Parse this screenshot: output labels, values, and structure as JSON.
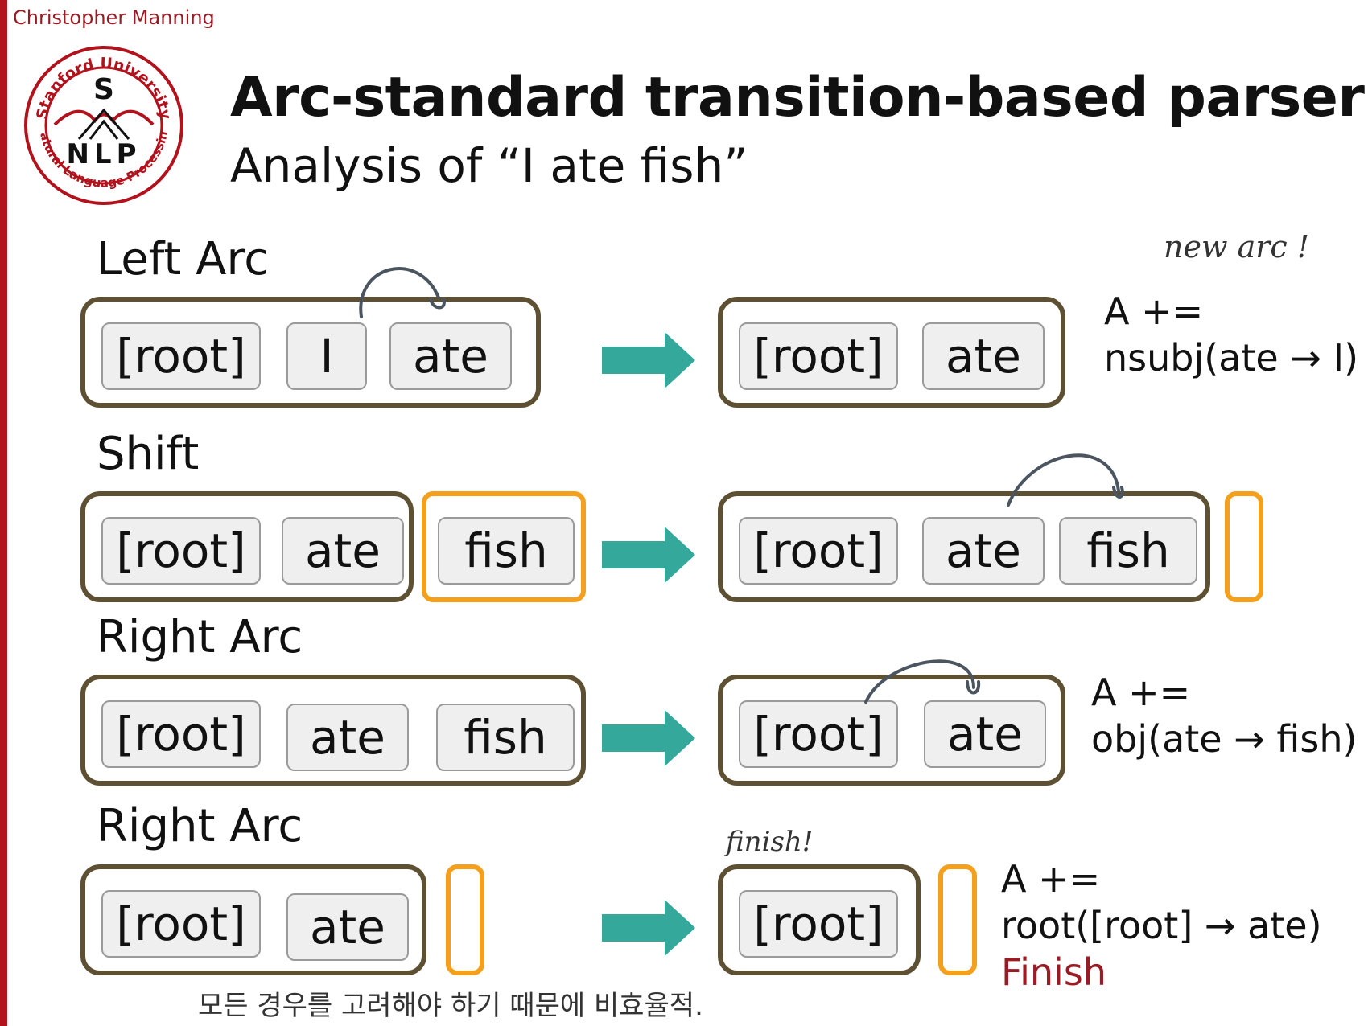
{
  "header": {
    "author": "Christopher Manning",
    "title": "Arc-standard transition-based parser",
    "subtitle": "Analysis of “I ate fish”"
  },
  "logo": {
    "top_text": "Stanford University",
    "bottom_text": "Natural Language Processing",
    "letter_s": "S",
    "letters": "NLP"
  },
  "steps": [
    {
      "label": "Left Arc",
      "before": [
        "[root]",
        "I",
        "ate"
      ],
      "after": [
        "[root]",
        "ate"
      ],
      "result_line1": "A +=",
      "result_line2": "nsubj(ate → I)"
    },
    {
      "label": "Shift",
      "before_stack": [
        "[root]",
        "ate"
      ],
      "before_buffer": [
        "fish"
      ],
      "after": [
        "[root]",
        "ate",
        "fish"
      ]
    },
    {
      "label": "Right Arc",
      "before": [
        "[root]",
        "ate",
        "fish"
      ],
      "after": [
        "[root]",
        "ate"
      ],
      "result_line1": "A +=",
      "result_line2": "obj(ate → fish)"
    },
    {
      "label": "Right Arc",
      "before": [
        "[root]",
        "ate"
      ],
      "after": [
        "[root]"
      ],
      "result_line1": "A +=",
      "result_line2": "root([root] → ate)",
      "result_line3": "Finish"
    }
  ],
  "annotations": {
    "new_arc": "new arc !",
    "finish": "finish!",
    "korean_note": "모든 경우를 고려해야 하기 때문에 비효율적."
  },
  "colors": {
    "accent_red": "#9b1b24",
    "frame_brown": "#5e5033",
    "buffer_orange": "#f5a01c",
    "arrow_teal": "#35a89c"
  }
}
